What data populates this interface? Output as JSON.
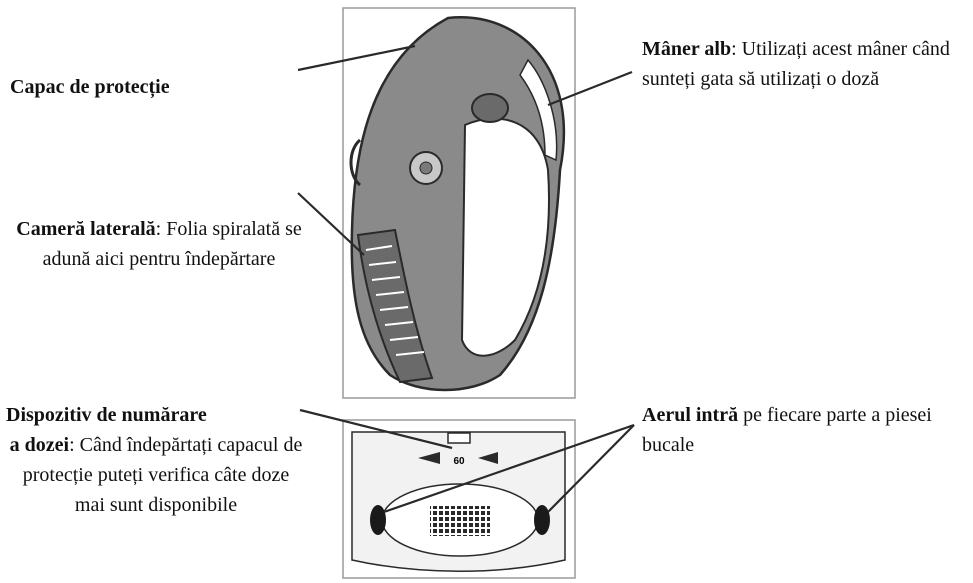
{
  "labels": {
    "cap": {
      "bold": "Capac de protecție",
      "rest": ""
    },
    "handle": {
      "bold": "Mâner alb",
      "rest": ": Utilizați acest mâner când sunteți gata să utilizați o doză"
    },
    "side": {
      "bold": "Cameră laterală",
      "rest": ": Folia spiralată se adună aici pentru îndepărtare"
    },
    "counter": {
      "bold_line1": "Dispozitiv de numărare",
      "bold_line2": "a dozei",
      "rest": ": Când îndepărtați capacul de protecție puteți verifica câte doze mai sunt disponibile"
    },
    "air": {
      "bold": "Aerul intră",
      "rest": " pe fiecare parte a piesei bucale"
    }
  },
  "counter_display": "60",
  "colors": {
    "body_gray": "#8a8a8a",
    "dark_gray": "#5e5e5e",
    "outline": "#2a2a2a",
    "white": "#ffffff"
  }
}
